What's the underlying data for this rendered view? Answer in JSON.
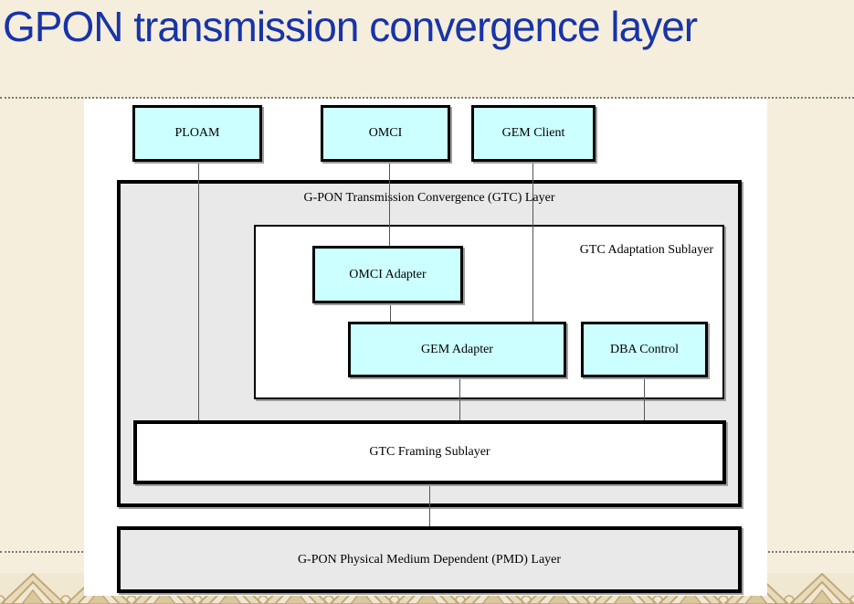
{
  "title": "GPON transmission convergence layer",
  "colors": {
    "title_blue": "#1834a8",
    "box_cyan": "#ccffff",
    "layer_gray": "#e9e9e9",
    "background_cream": "#f6eedd",
    "pattern_tan": "#c2a878"
  },
  "diagram": {
    "clients": [
      {
        "label": "PLOAM"
      },
      {
        "label": "OMCI"
      },
      {
        "label": "GEM Client"
      }
    ],
    "gtc_layer": {
      "label": "G-PON Transmission Convergence (GTC) Layer"
    },
    "adaptation_sublayer": {
      "label": "GTC Adaptation Sublayer",
      "omci_adapter": "OMCI Adapter",
      "gem_adapter": "GEM Adapter",
      "dba_control": "DBA Control"
    },
    "framing_sublayer": {
      "label": "GTC Framing Sublayer"
    },
    "pmd_layer": {
      "label": "G-PON Physical Medium Dependent (PMD) Layer"
    }
  }
}
